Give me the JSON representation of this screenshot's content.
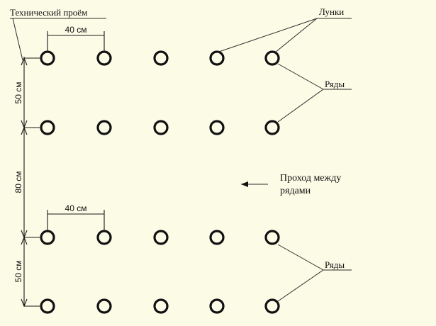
{
  "labels": {
    "technical_gap": "Технический проём",
    "holes": "Лунки",
    "rows_top": "Ряды",
    "rows_bottom": "Ряды",
    "passage_line1": "Проход между",
    "passage_line2": "рядами"
  },
  "dimensions": {
    "spacing_top": "40 см",
    "spacing_bottom": "40 см",
    "row_gap_top": "50 см",
    "passage_width": "80 см",
    "row_gap_bottom": "50 см"
  },
  "grid": {
    "rows": 4,
    "holes_per_row": 5
  },
  "colors": {
    "background": "#fbfbe6",
    "ink": "#111111"
  }
}
